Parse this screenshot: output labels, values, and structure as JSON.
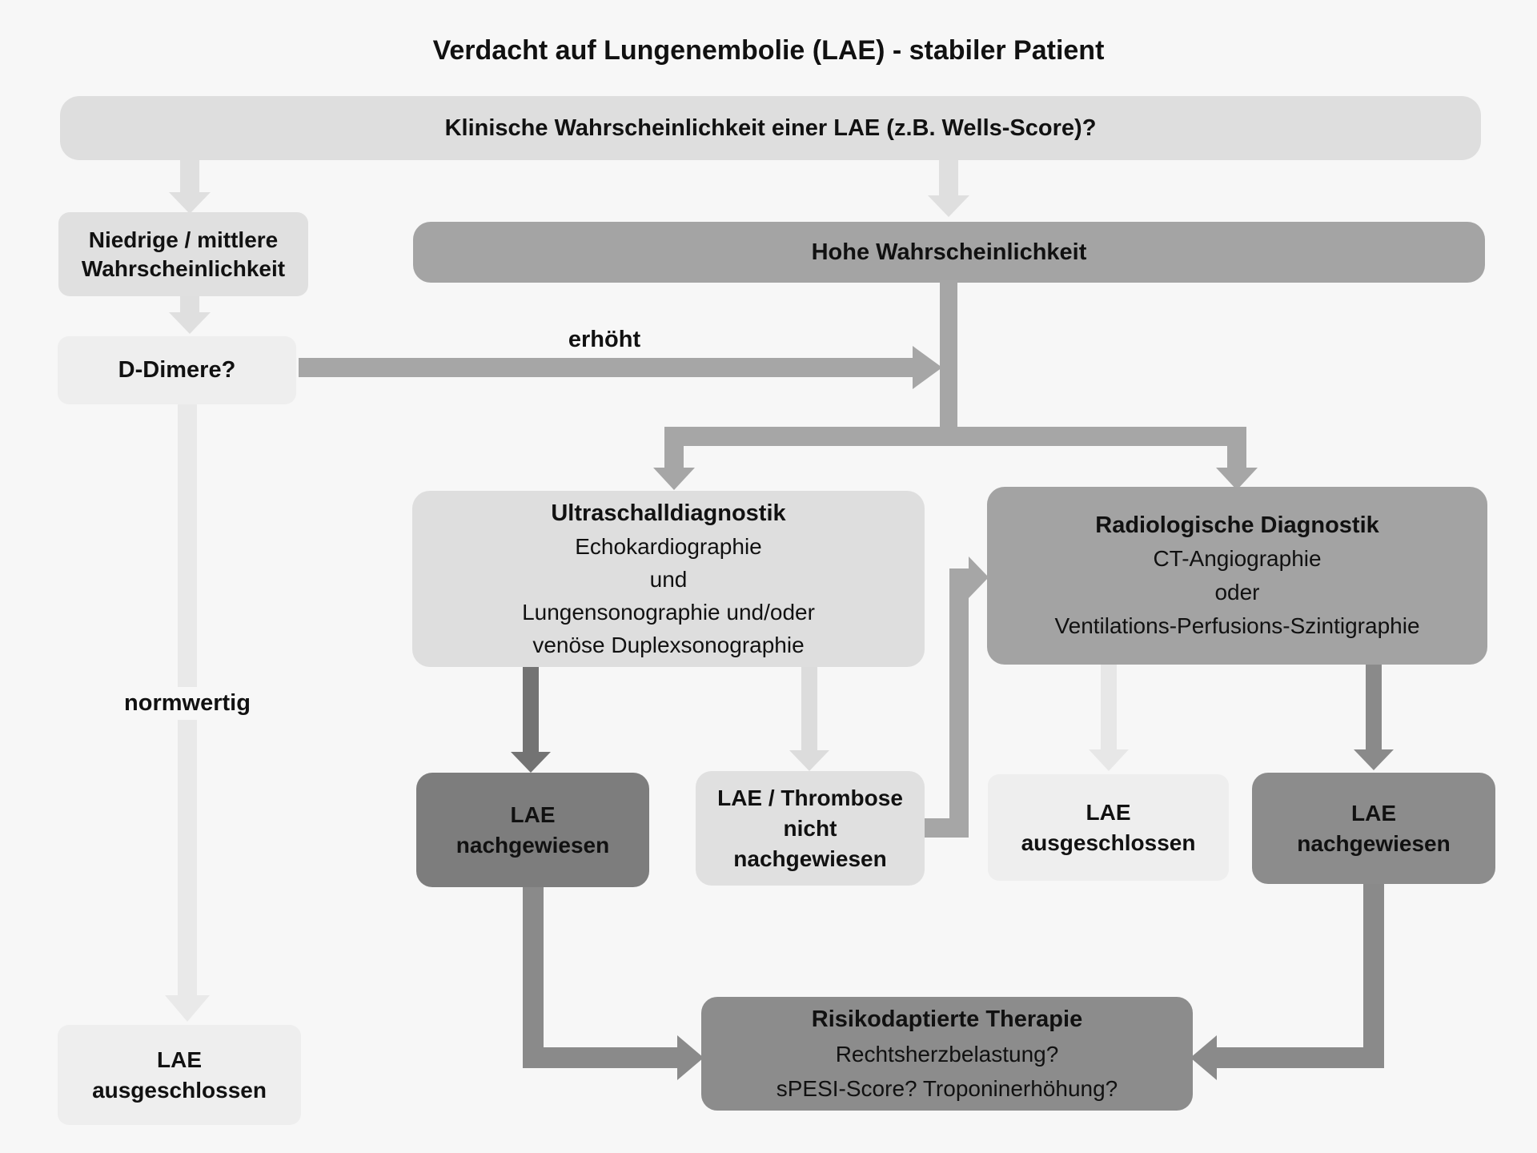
{
  "title": "Verdacht auf Lungenembolie (LAE) - stabiler Patient",
  "nodes": {
    "klinische": {
      "label": "Klinische Wahrscheinlichkeit einer LAE (z.B. Wells-Score)?"
    },
    "niedrige": {
      "lines": [
        "Niedrige / mittlere",
        "Wahrscheinlichkeit"
      ]
    },
    "hohe": {
      "label": "Hohe Wahrscheinlichkeit"
    },
    "ddimere": {
      "label": "D-Dimere?"
    },
    "ultraschall": {
      "title": "Ultraschalldiagnostik",
      "lines": [
        "Echokardiographie",
        "und",
        "Lungensonographie und/oder",
        "venöse Duplexsonographie"
      ]
    },
    "radiologisch": {
      "title": "Radiologische Diagnostik",
      "lines": [
        "CT-Angiographie",
        "oder",
        "Ventilations-Perfusions-Szintigraphie"
      ]
    },
    "lae_nachgewiesen_links": {
      "lines": [
        "LAE",
        "nachgewiesen"
      ]
    },
    "thrombose_nicht_nachgewiesen": {
      "lines": [
        "LAE / Thrombose",
        "nicht",
        "nachgewiesen"
      ]
    },
    "lae_ausgeschlossen_mitte": {
      "lines": [
        "LAE",
        "ausgeschlossen"
      ]
    },
    "lae_nachgewiesen_rechts": {
      "lines": [
        "LAE",
        "nachgewiesen"
      ]
    },
    "therapie": {
      "title": "Risikodaptierte Therapie",
      "lines": [
        "Rechtsherzbelastung?",
        "sPESI-Score? Troponinerhöhung?"
      ]
    },
    "lae_ausgeschlossen_unten": {
      "lines": [
        "LAE",
        "ausgeschlossen"
      ]
    }
  },
  "edge_labels": {
    "erhoeht": "erhöht",
    "normwertig": "normwertig"
  },
  "colors": {
    "background": "#f7f7f7",
    "box_light": "#dedede",
    "box_very_light": "#eeeeee",
    "box_medium": "#a4a4a4",
    "box_dark_a": "#7d7d7d",
    "box_dark_b": "#8c8c8c",
    "arrow_light": "#dfdfdf",
    "arrow_very_light": "#e9e9e9",
    "arrow_medium": "#a6a6a6",
    "arrow_dark_a": "#737373",
    "arrow_dark_b": "#8a8a8a",
    "text": "#111111"
  }
}
